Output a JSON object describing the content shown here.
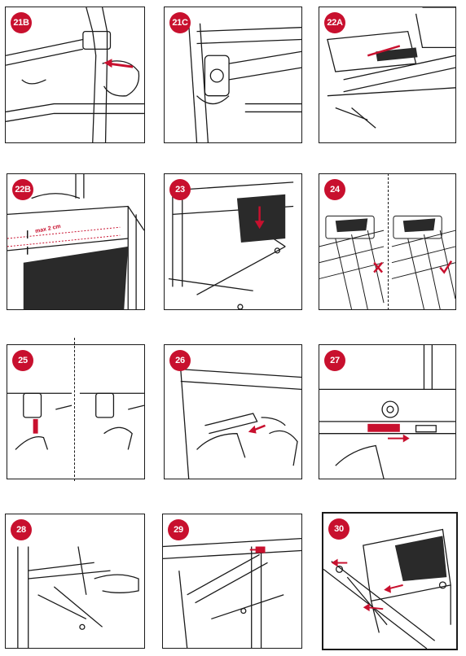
{
  "colors": {
    "accent": "#c8102e",
    "ink": "#1a1a1a",
    "fill": "#2a2a2a"
  },
  "panels": [
    {
      "id": "21B",
      "label": "21B"
    },
    {
      "id": "21C",
      "label": "21C"
    },
    {
      "id": "22A",
      "label": "22A"
    },
    {
      "id": "22B",
      "label": "22B",
      "note": "max 2 cm"
    },
    {
      "id": "23",
      "label": "23"
    },
    {
      "id": "24",
      "label": "24"
    },
    {
      "id": "25",
      "label": "25"
    },
    {
      "id": "26",
      "label": "26"
    },
    {
      "id": "27",
      "label": "27"
    },
    {
      "id": "28",
      "label": "28"
    },
    {
      "id": "29",
      "label": "29"
    },
    {
      "id": "30",
      "label": "30"
    }
  ]
}
